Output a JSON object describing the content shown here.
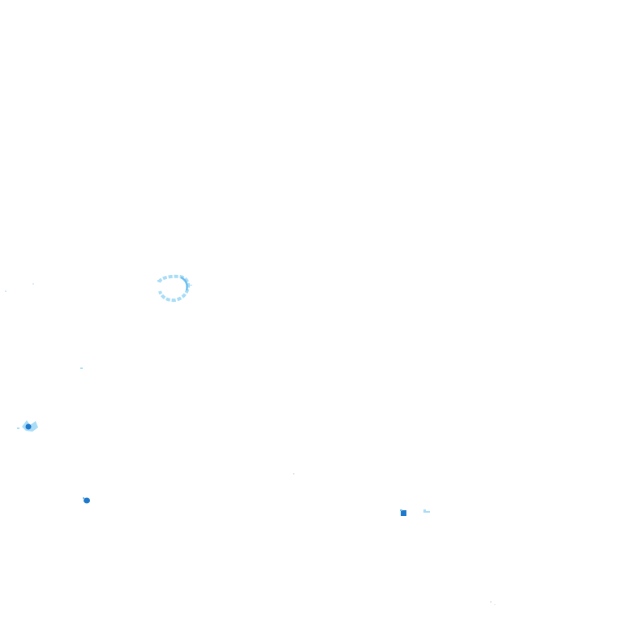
{
  "map": {
    "kind": "precipitation-radar-tile",
    "background_color": "#ffffff",
    "legend_colors": {
      "light": "#a8dcf7",
      "medium": "#6cc0ef",
      "heavy": "#1e78cc"
    },
    "echoes": [
      {
        "id": "ring",
        "intensity": "light"
      },
      {
        "id": "cluster-west",
        "intensity": "heavy"
      },
      {
        "id": "cluster-southwest",
        "intensity": "heavy"
      },
      {
        "id": "cluster-south",
        "intensity": "heavy"
      },
      {
        "id": "speck-1",
        "intensity": "light"
      },
      {
        "id": "speck-2",
        "intensity": "light"
      },
      {
        "id": "speck-3",
        "intensity": "light"
      }
    ]
  }
}
